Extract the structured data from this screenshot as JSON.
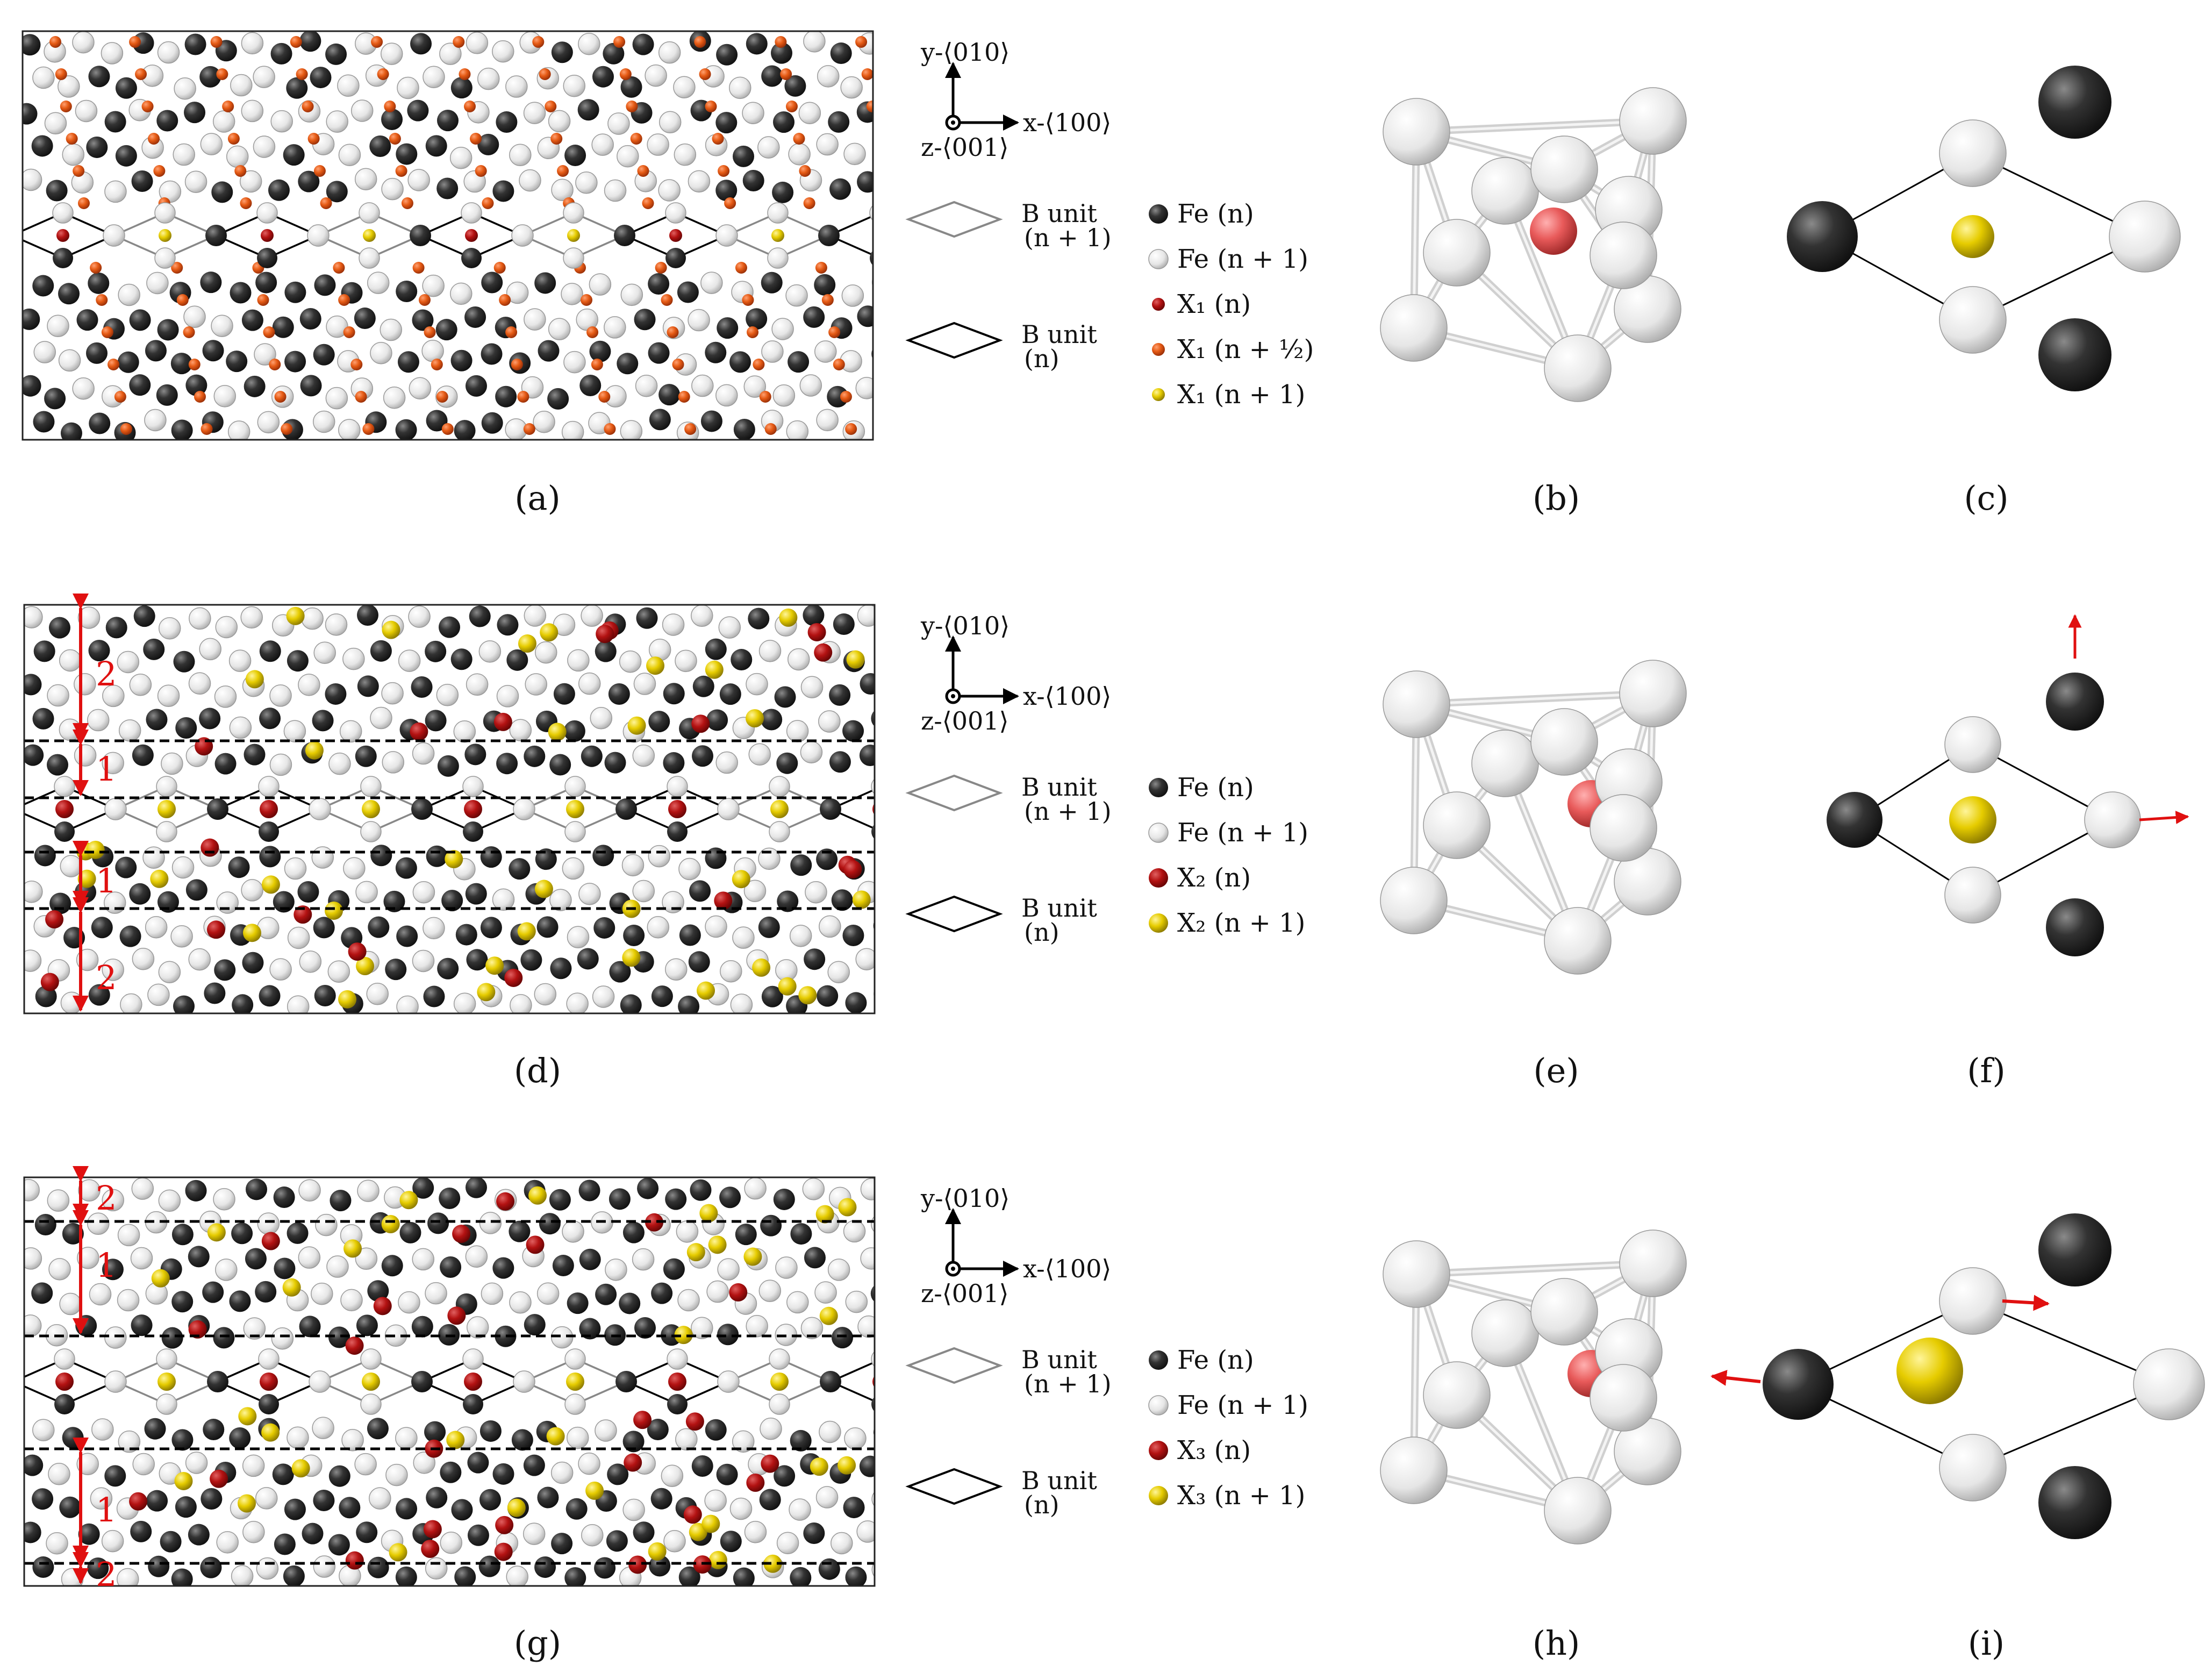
{
  "rows": [
    {
      "labels": {
        "main": "(a)",
        "cluster": "(b)",
        "projection": "(c)"
      },
      "legend": [
        {
          "label": "Fe",
          "arg": "(n)",
          "color": "#333333",
          "size": "large"
        },
        {
          "label": "Fe",
          "arg": "(n + 1)",
          "color": "#eeeeee",
          "size": "large"
        },
        {
          "label": "X₁",
          "arg": "(n)",
          "color": "#b31212",
          "size": "small"
        },
        {
          "label": "X₁",
          "arg": "(n + ½)",
          "color": "#e55a14",
          "size": "small"
        },
        {
          "label": "X₁",
          "arg": "(n + 1)",
          "color": "#e6cc00",
          "size": "small"
        }
      ],
      "red_bracket_numbers": []
    },
    {
      "labels": {
        "main": "(d)",
        "cluster": "(e)",
        "projection": "(f)"
      },
      "legend": [
        {
          "label": "Fe",
          "arg": "(n)",
          "color": "#333333",
          "size": "large"
        },
        {
          "label": "Fe",
          "arg": "(n + 1)",
          "color": "#eeeeee",
          "size": "large"
        },
        {
          "label": "X₂",
          "arg": "(n)",
          "color": "#b31212",
          "size": "large"
        },
        {
          "label": "X₂",
          "arg": "(n + 1)",
          "color": "#e6cc00",
          "size": "large"
        }
      ],
      "red_bracket_numbers": [
        "2",
        "1",
        "1",
        "2"
      ]
    },
    {
      "labels": {
        "main": "(g)",
        "cluster": "(h)",
        "projection": "(i)"
      },
      "legend": [
        {
          "label": "Fe",
          "arg": "(n)",
          "color": "#333333",
          "size": "large"
        },
        {
          "label": "Fe",
          "arg": "(n + 1)",
          "color": "#eeeeee",
          "size": "large"
        },
        {
          "label": "X₃",
          "arg": "(n)",
          "color": "#b31212",
          "size": "large"
        },
        {
          "label": "X₃",
          "arg": "(n + 1)",
          "color": "#e6cc00",
          "size": "large"
        }
      ],
      "red_bracket_numbers": [
        "2",
        "1",
        "1",
        "2"
      ]
    }
  ],
  "axes": {
    "y": "y-⟨010⟩",
    "x": "x-⟨100⟩",
    "z": "z-⟨001⟩"
  },
  "unit_legend": {
    "gray": {
      "line1": "B unit",
      "line2": "(n + 1)"
    },
    "black": {
      "line1": "B unit",
      "line2": "(n)"
    }
  },
  "colors": {
    "fe_n": "#333333",
    "fe_n1": "#eeeeee",
    "x_n": "#b31212",
    "x_half": "#e55a14",
    "x_n1": "#e6cc00",
    "bracket": "#e01010",
    "center_atom": "#e85a5a"
  }
}
